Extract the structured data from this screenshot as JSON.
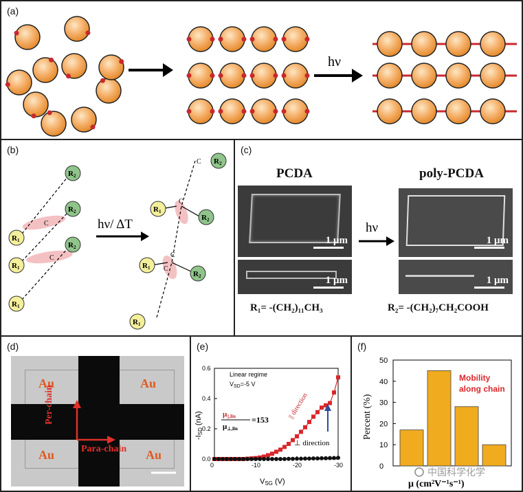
{
  "panel_a": {
    "label": "(a)",
    "hv": "hν"
  },
  "panel_b": {
    "label": "(b)",
    "condition": "hν/ ΔT",
    "r1": "R",
    "r1_sub": "1",
    "r2": "R",
    "r2_sub": "2",
    "atom": "C"
  },
  "panel_c": {
    "label": "(c)",
    "left_title": "PCDA",
    "right_title": "poly-PCDA",
    "hv": "hν",
    "scale": "1 μm",
    "r1_formula": "R₁= -(CH₂)₁₁CH₃",
    "r2_formula": "R₂= -(CH₂)₇CH₂COOH"
  },
  "panel_d": {
    "label": "(d)",
    "au": "Au",
    "per_chain": "Per-chain",
    "para_chain": "Para-chain"
  },
  "panel_e": {
    "label": "(e)",
    "regime": "Linear regime",
    "vsd": "V",
    "vsd_sub": "SD",
    "vsd_val": "=-5 V",
    "ratio_num": "μ",
    "ratio_num_sub": "||,lin",
    "ratio_den": "μ",
    "ratio_den_sub": "⊥,lin",
    "ratio_value": "=153",
    "parallel": "|| direction",
    "perp": "⊥ direction",
    "ylabel": "-I",
    "ylabel_sub": "SD",
    "ylabel_unit": " (nA)",
    "xlabel": "V",
    "xlabel_sub": "SG",
    "xlabel_unit": " (V)"
  },
  "panel_f": {
    "label": "(f)",
    "annotation_line1": "Mobility",
    "annotation_line2": "along chain",
    "ylabel": "Percent (%)",
    "xlabel": "μ (cm²V⁻¹s⁻¹)",
    "watermark": "中国科学化学"
  },
  "chart_data": [
    {
      "type": "line",
      "xlabel": "VSG (V)",
      "ylabel": "-ISD (nA)",
      "xlim": [
        0,
        -30
      ],
      "ylim": [
        0,
        0.6
      ],
      "x_ticks": [
        "0",
        "-10",
        "-20",
        "-30"
      ],
      "y_ticks": [
        "0.0",
        "0.2",
        "0.4",
        "0.6"
      ],
      "series": [
        {
          "name": "|| direction",
          "color": "#d9262b",
          "x": [
            0,
            -1,
            -2,
            -3,
            -4,
            -5,
            -6,
            -7,
            -8,
            -9,
            -10,
            -11,
            -12,
            -13,
            -14,
            -15,
            -16,
            -17,
            -18,
            -19,
            -20,
            -21,
            -22,
            -23,
            -24,
            -25,
            -26,
            -27,
            -28,
            -29,
            -30
          ],
          "y": [
            0,
            0,
            0,
            0,
            0,
            0,
            0,
            0,
            0.002,
            0.004,
            0.006,
            0.01,
            0.016,
            0.025,
            0.035,
            0.048,
            0.062,
            0.08,
            0.1,
            0.125,
            0.15,
            0.18,
            0.21,
            0.245,
            0.28,
            0.31,
            0.34,
            0.355,
            0.37,
            0.44,
            0.54
          ]
        },
        {
          "name": "⊥ direction",
          "color": "#111111",
          "x": [
            0,
            -1,
            -2,
            -3,
            -4,
            -5,
            -6,
            -7,
            -8,
            -9,
            -10,
            -11,
            -12,
            -13,
            -14,
            -15,
            -16,
            -17,
            -18,
            -19,
            -20,
            -21,
            -22,
            -23,
            -24,
            -25,
            -26,
            -27,
            -28,
            -29,
            -30
          ],
          "y": [
            0,
            0,
            0,
            0,
            0,
            0,
            0,
            0,
            0,
            0,
            0,
            0,
            0,
            0,
            0,
            0,
            0,
            0,
            0.001,
            0.001,
            0.002,
            0.002,
            0.003,
            0.003,
            0.004,
            0.004,
            0.005,
            0.005,
            0.006,
            0.007,
            0.008
          ]
        }
      ]
    },
    {
      "type": "bar",
      "ylabel": "Percent (%)",
      "xlabel": "μ (cm²V⁻¹s⁻¹)",
      "ylim": [
        0,
        50
      ],
      "y_ticks": [
        "0",
        "10",
        "20",
        "30",
        "40",
        "50"
      ],
      "values": [
        17,
        45,
        28,
        10
      ],
      "color": "#f0ab1e"
    }
  ]
}
